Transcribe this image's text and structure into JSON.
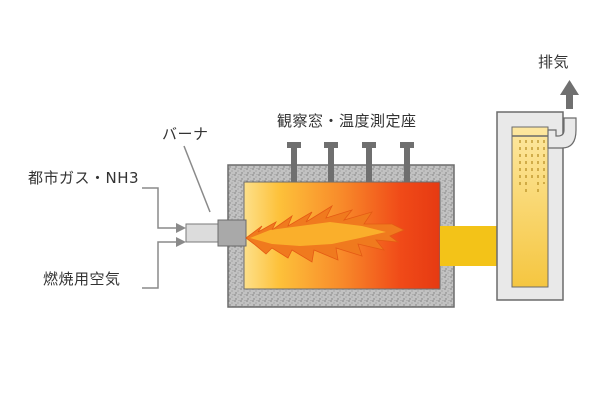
{
  "labels": {
    "fuel_gas": "都市ガス・NH3",
    "combustion_air": "燃焼用空気",
    "burner": "バーナ",
    "observation_ports": "観察窓・温度測定座",
    "exhaust": "排気"
  },
  "colors": {
    "refractory_fill": "#b9b9b9",
    "outline": "#6b6b6b",
    "leader_line": "#8a8a8a",
    "flame_outer": "#f07a1e",
    "flame_inner": "#fbb82e",
    "chamber_hot": "#ee3a12",
    "chamber_warm": "#fdd23a",
    "duct": "#f3c318",
    "stack_fill": "#f7d15a",
    "port": "#6f6f6f",
    "exhaust_arrow": "#707070"
  }
}
